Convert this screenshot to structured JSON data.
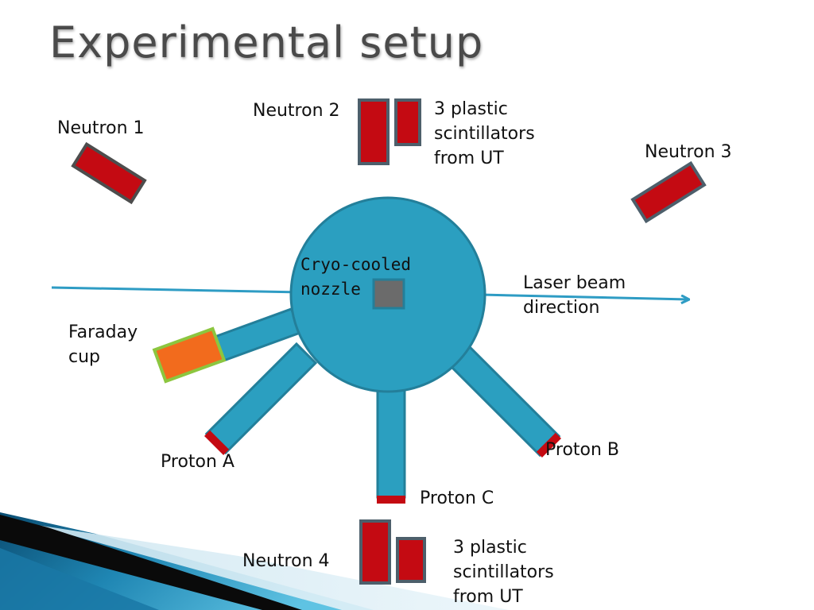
{
  "slide": {
    "title": "Experimental setup"
  },
  "labels": {
    "neutron_1": "Neutron 1",
    "neutron_2": "Neutron 2",
    "neutron_3": "Neutron 3",
    "neutron_4": "Neutron 4",
    "scintillators_top": [
      "3 plastic",
      "scintillators",
      "from UT"
    ],
    "scintillators_bottom": [
      "3 plastic",
      "scintillators",
      "from UT"
    ],
    "nozzle": [
      "Cryo-cooled",
      "nozzle"
    ],
    "laser": [
      "Laser beam",
      "direction"
    ],
    "faraday": [
      "Faraday",
      "cup"
    ],
    "proton_a": "Proton A",
    "proton_b": "Proton B",
    "proton_c": "Proton C"
  },
  "colors": {
    "chamber": "#2b9fc0",
    "chamber_edge": "#237f9a",
    "detector_red": "#c40a12",
    "detector_edge": "#4d4d4d",
    "faraday_orange": "#f26b1d",
    "faraday_edge": "#8cc63f",
    "nozzle_gray": "#6b6b6b",
    "beam_line": "#2e9cc4"
  }
}
